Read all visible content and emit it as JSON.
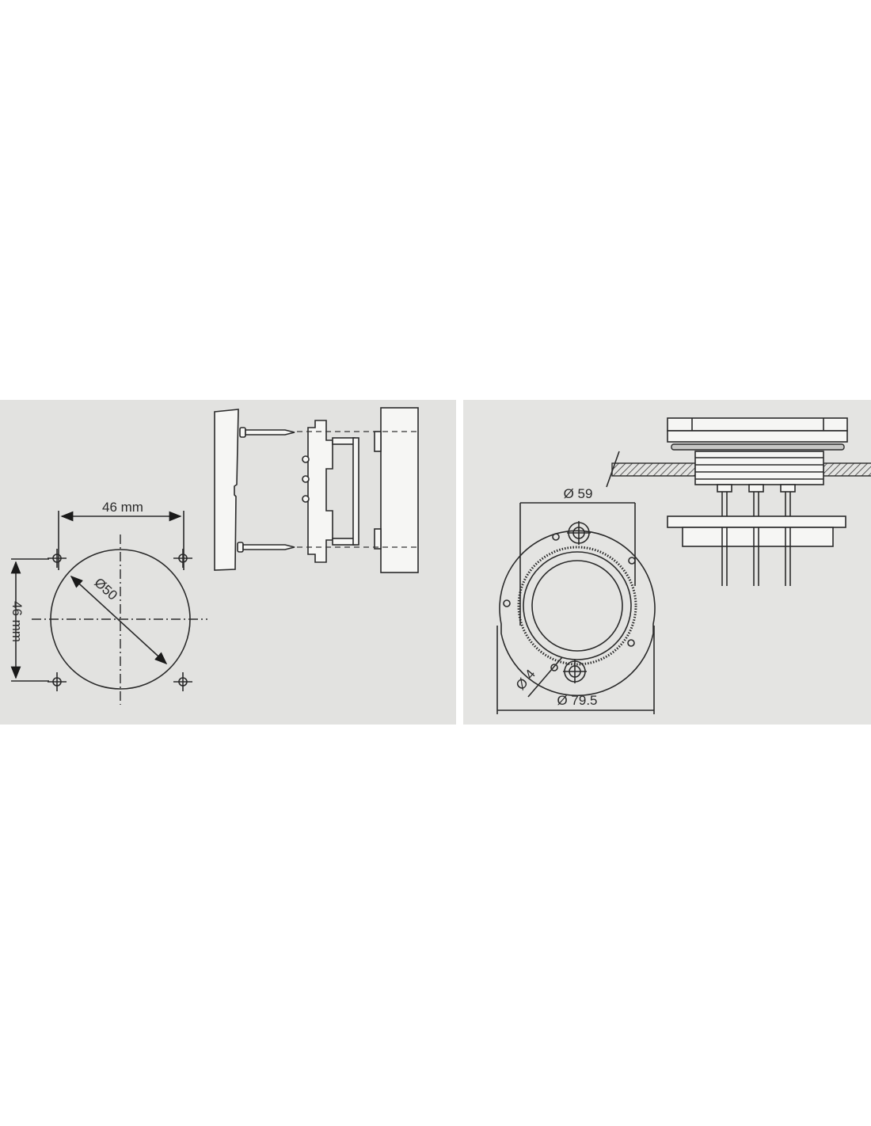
{
  "left_panel": {
    "dim_horizontal": "46 mm",
    "dim_vertical": "46 mm",
    "dim_diameter": "Ø50"
  },
  "right_panel": {
    "dim_inner": "Ø 59",
    "dim_outer": "Ø 79.5",
    "dim_hole": "Ø 4"
  },
  "colors": {
    "panel_bg": "#e2e2e0",
    "line": "#2a2a2a"
  }
}
